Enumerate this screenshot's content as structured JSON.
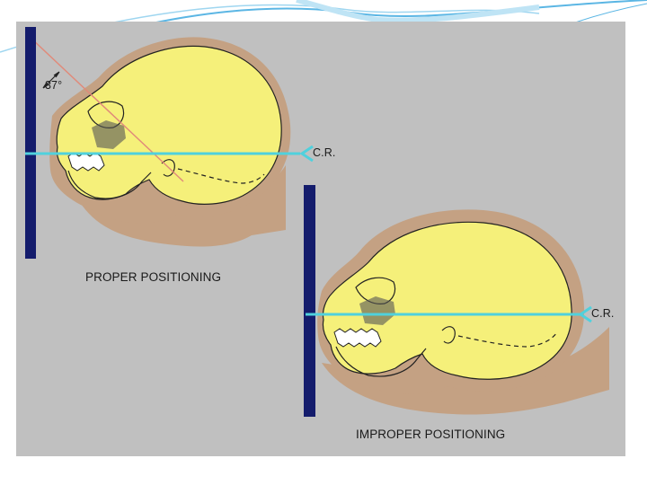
{
  "labels": {
    "proper": "PROPER POSITIONING",
    "improper": "IMPROPER POSITIONING",
    "cr_top": "C.R.",
    "cr_bottom": "C.R.",
    "angle": "37°"
  },
  "colors": {
    "panel": "#c0c0c0",
    "skull": "#f5f07a",
    "skin": "#c4a183",
    "bucky": "#141c6c",
    "ray": "#4fd1dd",
    "angle_line": "#e08a7a",
    "wave": "#5bb6e4"
  },
  "icons": {
    "ray_arrow": "chevron-left-arrowhead",
    "angle_marker": "double-arrow"
  }
}
